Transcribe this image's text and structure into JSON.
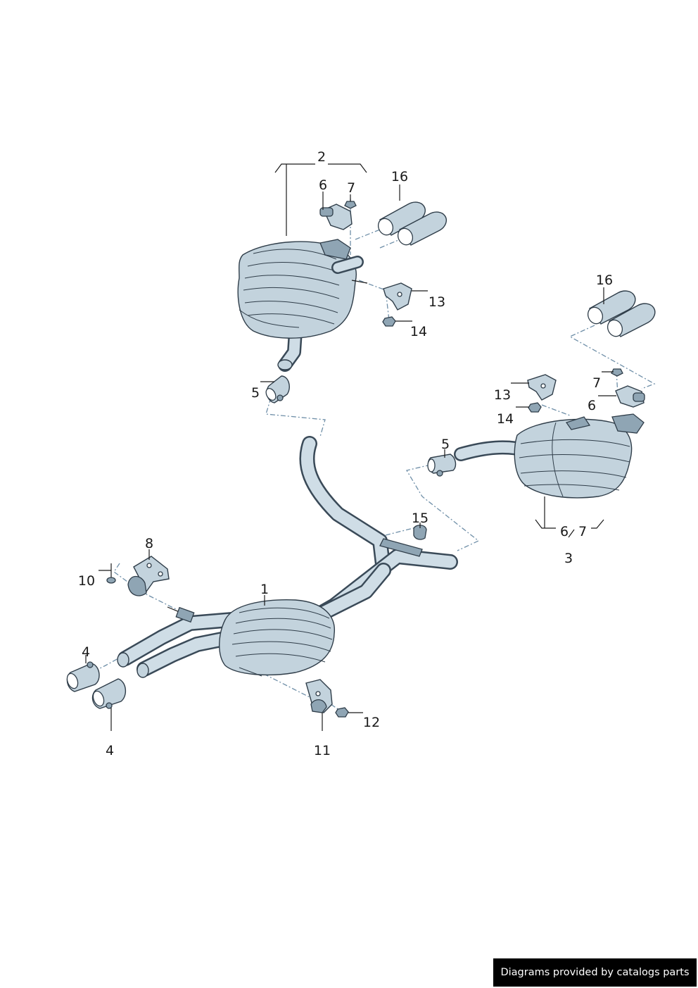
{
  "callouts": {
    "c1": "1",
    "c2": "2",
    "c3": "3",
    "c4a": "4",
    "c4b": "4",
    "c5a": "5",
    "c5b": "5",
    "c6a": "6",
    "c6b": "6",
    "c6c": "6",
    "c7a": "7",
    "c7b": "7",
    "c7c": "7",
    "c8": "8",
    "c10": "10",
    "c11": "11",
    "c12": "12",
    "c13a": "13",
    "c13b": "13",
    "c14a": "14",
    "c14b": "14",
    "c15": "15",
    "c16a": "16",
    "c16b": "16"
  },
  "footer": {
    "credit": "Diagrams provided by catalogs parts",
    "background": "#000000",
    "text_color": "#ffffff"
  },
  "colors": {
    "metal": "#c3d3dd",
    "outline": "#2f3d49",
    "dash": "#6f8fa8"
  }
}
